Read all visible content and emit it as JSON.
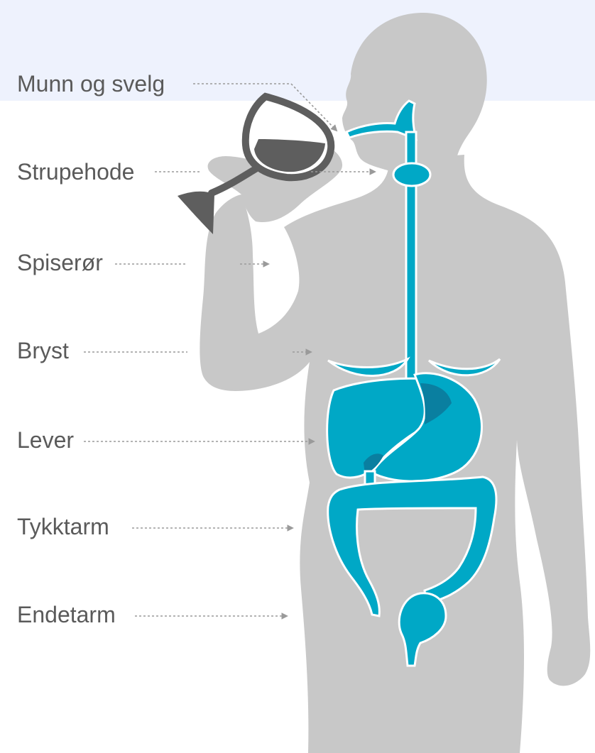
{
  "colors": {
    "background_band": "#eef2fd",
    "silhouette": "#c8c8c8",
    "organ": "#00a8c6",
    "organ_dark": "#0a7fa0",
    "glass": "#5e5e5e",
    "label_text": "#5a5a5a",
    "leader_line": "#9a9a9a"
  },
  "labels": [
    {
      "id": "mouth",
      "text": "Munn og svelg"
    },
    {
      "id": "larynx",
      "text": "Strupehode"
    },
    {
      "id": "esophagus",
      "text": "Spiserør"
    },
    {
      "id": "breast",
      "text": "Bryst"
    },
    {
      "id": "liver",
      "text": "Lever"
    },
    {
      "id": "colon",
      "text": "Tykktarm"
    },
    {
      "id": "rectum",
      "text": "Endetarm"
    }
  ],
  "icons": {
    "figure": "human-silhouette-icon",
    "glass": "wine-glass-icon"
  }
}
